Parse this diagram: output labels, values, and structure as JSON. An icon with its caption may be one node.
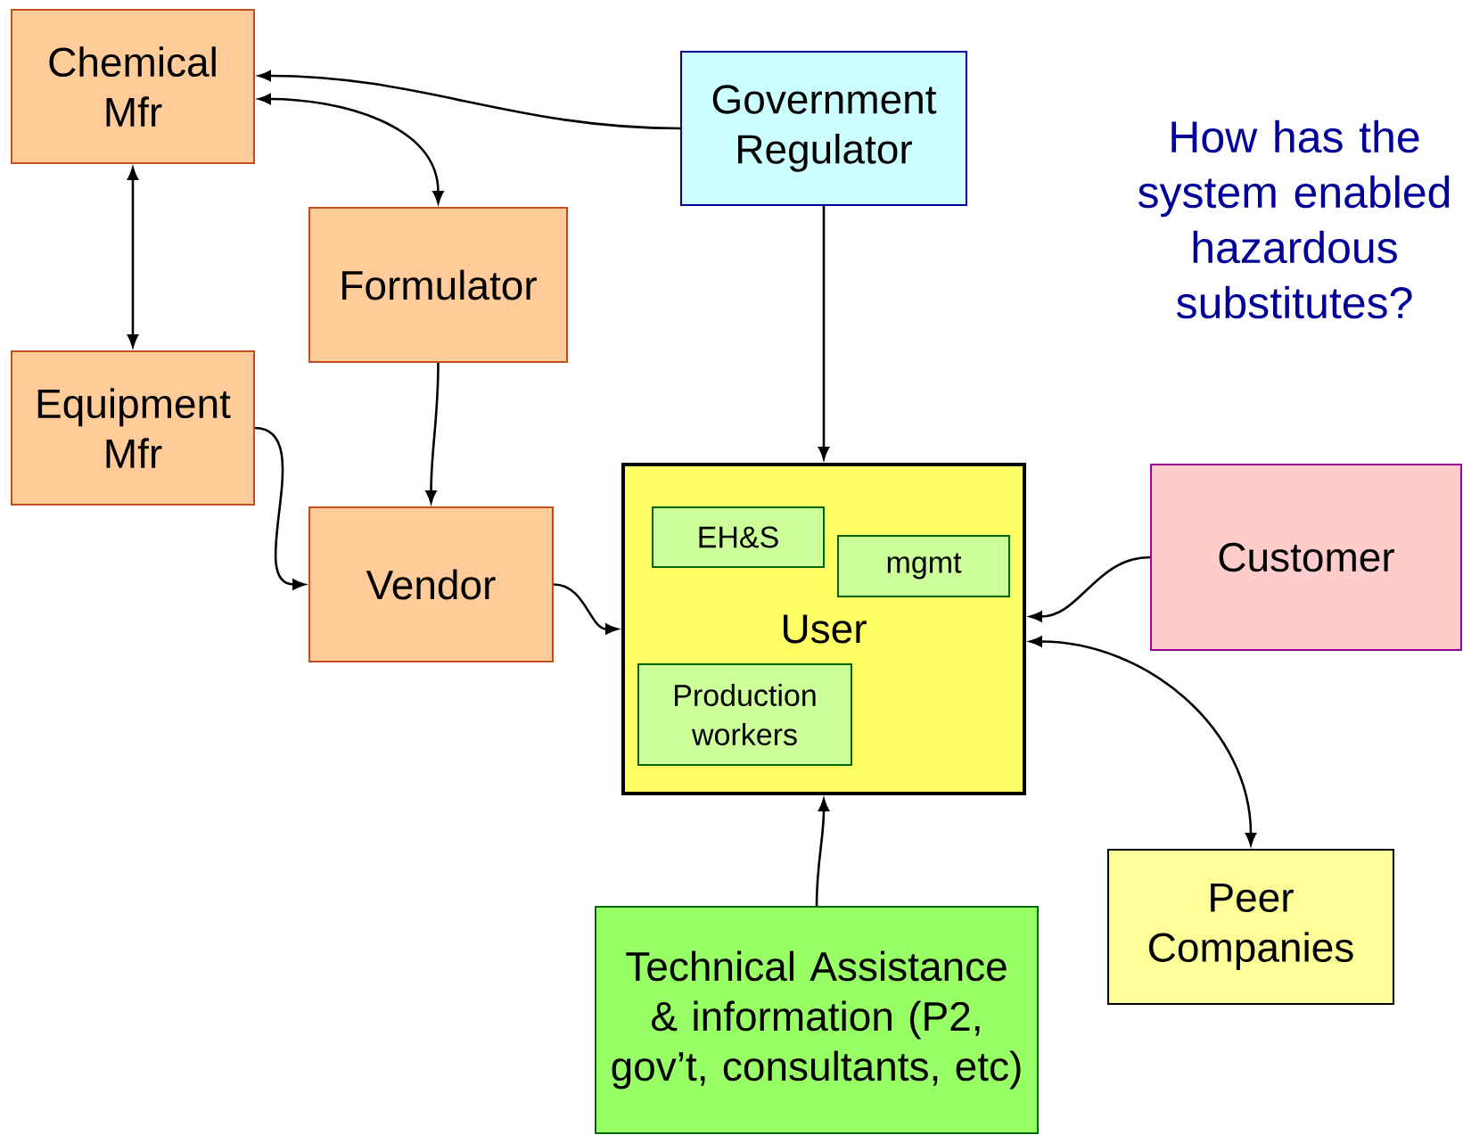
{
  "diagram": {
    "nodes": [
      {
        "text": [
          "Chemical Mfr"
        ]
      },
      {
        "text": [
          "Government Regulator"
        ]
      },
      {
        "text": [
          "Formulator"
        ]
      },
      {
        "text": [
          "Equipment Mfr"
        ]
      },
      {
        "text": [
          "Vendor"
        ]
      },
      {
        "text": [
          "User"
        ]
      },
      {
        "text": [
          "EH&S"
        ],
        "in": 5
      },
      {
        "text": [
          "mgmt"
        ],
        "in": 5
      },
      {
        "text": [
          "Production workers"
        ],
        "in": 5
      },
      {
        "text": [
          "Customer"
        ]
      },
      {
        "text": [
          "Peer Companies"
        ]
      },
      {
        "text": [
          "Technical Assistance & information (P2, gov’t, consultants, etc)"
        ]
      }
    ],
    "edges": [
      {
        "from": 1,
        "to": 0,
        "arrow": "to"
      },
      {
        "from": 0,
        "to": 2,
        "arrow": "both"
      },
      {
        "from": 0,
        "to": 3,
        "arrow": "both"
      },
      {
        "from": 2,
        "to": 4,
        "arrow": "to"
      },
      {
        "from": 3,
        "to": 4,
        "arrow": "to"
      },
      {
        "from": 4,
        "to": 5,
        "arrow": "to"
      },
      {
        "from": 1,
        "to": 5,
        "arrow": "to"
      },
      {
        "from": 9,
        "to": 5,
        "arrow": "to"
      },
      {
        "from": 5,
        "to": 10,
        "arrow": "both"
      },
      {
        "from": 11,
        "to": 5,
        "arrow": "to"
      }
    ],
    "labels": [
      "How has the system enabled hazardous substitutes?"
    ]
  }
}
